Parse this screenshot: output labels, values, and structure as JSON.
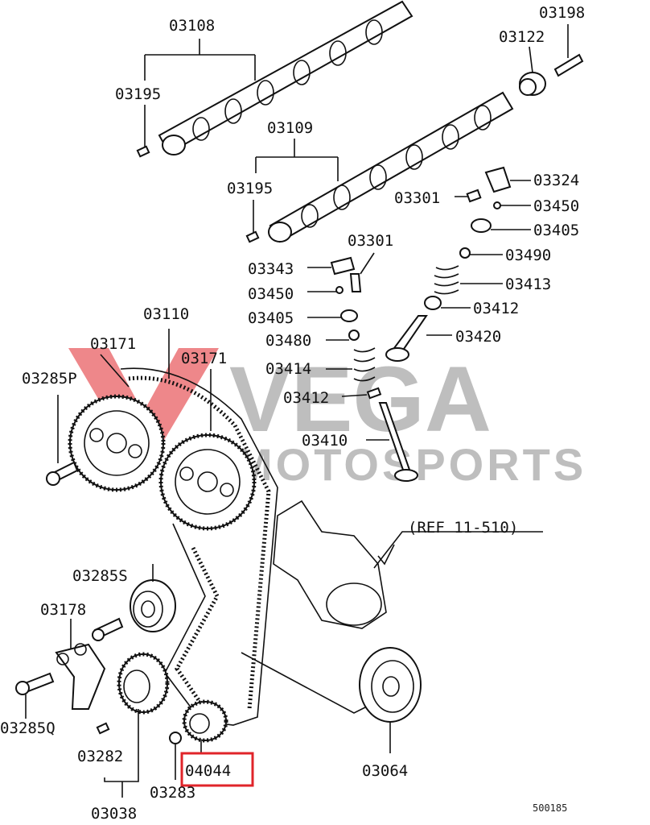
{
  "labels": {
    "p03108": "03108",
    "p03198": "03198",
    "p03122": "03122",
    "p03195a": "03195",
    "p03109": "03109",
    "p03195b": "03195",
    "p03324": "03324",
    "p03301a": "03301",
    "p03450a": "03450",
    "p03405a": "03405",
    "p03301b": "03301",
    "p03490": "03490",
    "p03343": "03343",
    "p03413": "03413",
    "p03450b": "03450",
    "p03412a": "03412",
    "p03405b": "03405",
    "p03110": "03110",
    "p03480": "03480",
    "p03420": "03420",
    "p03171a": "03171",
    "p03171b": "03171",
    "p03285p": "03285P",
    "p03414": "03414",
    "p03412b": "03412",
    "p03410": "03410",
    "ref": "(REF 11-510)",
    "p03285s": "03285S",
    "p03178": "03178",
    "p03285q": "03285Q",
    "p03282": "03282",
    "p04044": "04044",
    "p03064": "03064",
    "p03283": "03283",
    "p03038": "03038",
    "code": "500185"
  },
  "watermark": {
    "line1": "VEGA",
    "line2": "MOTOSPORTS"
  },
  "colors": {
    "highlight": "#e0242a",
    "watermark_v": "#e0242a",
    "watermark_text": "#8a8a8a",
    "line": "#111111"
  }
}
